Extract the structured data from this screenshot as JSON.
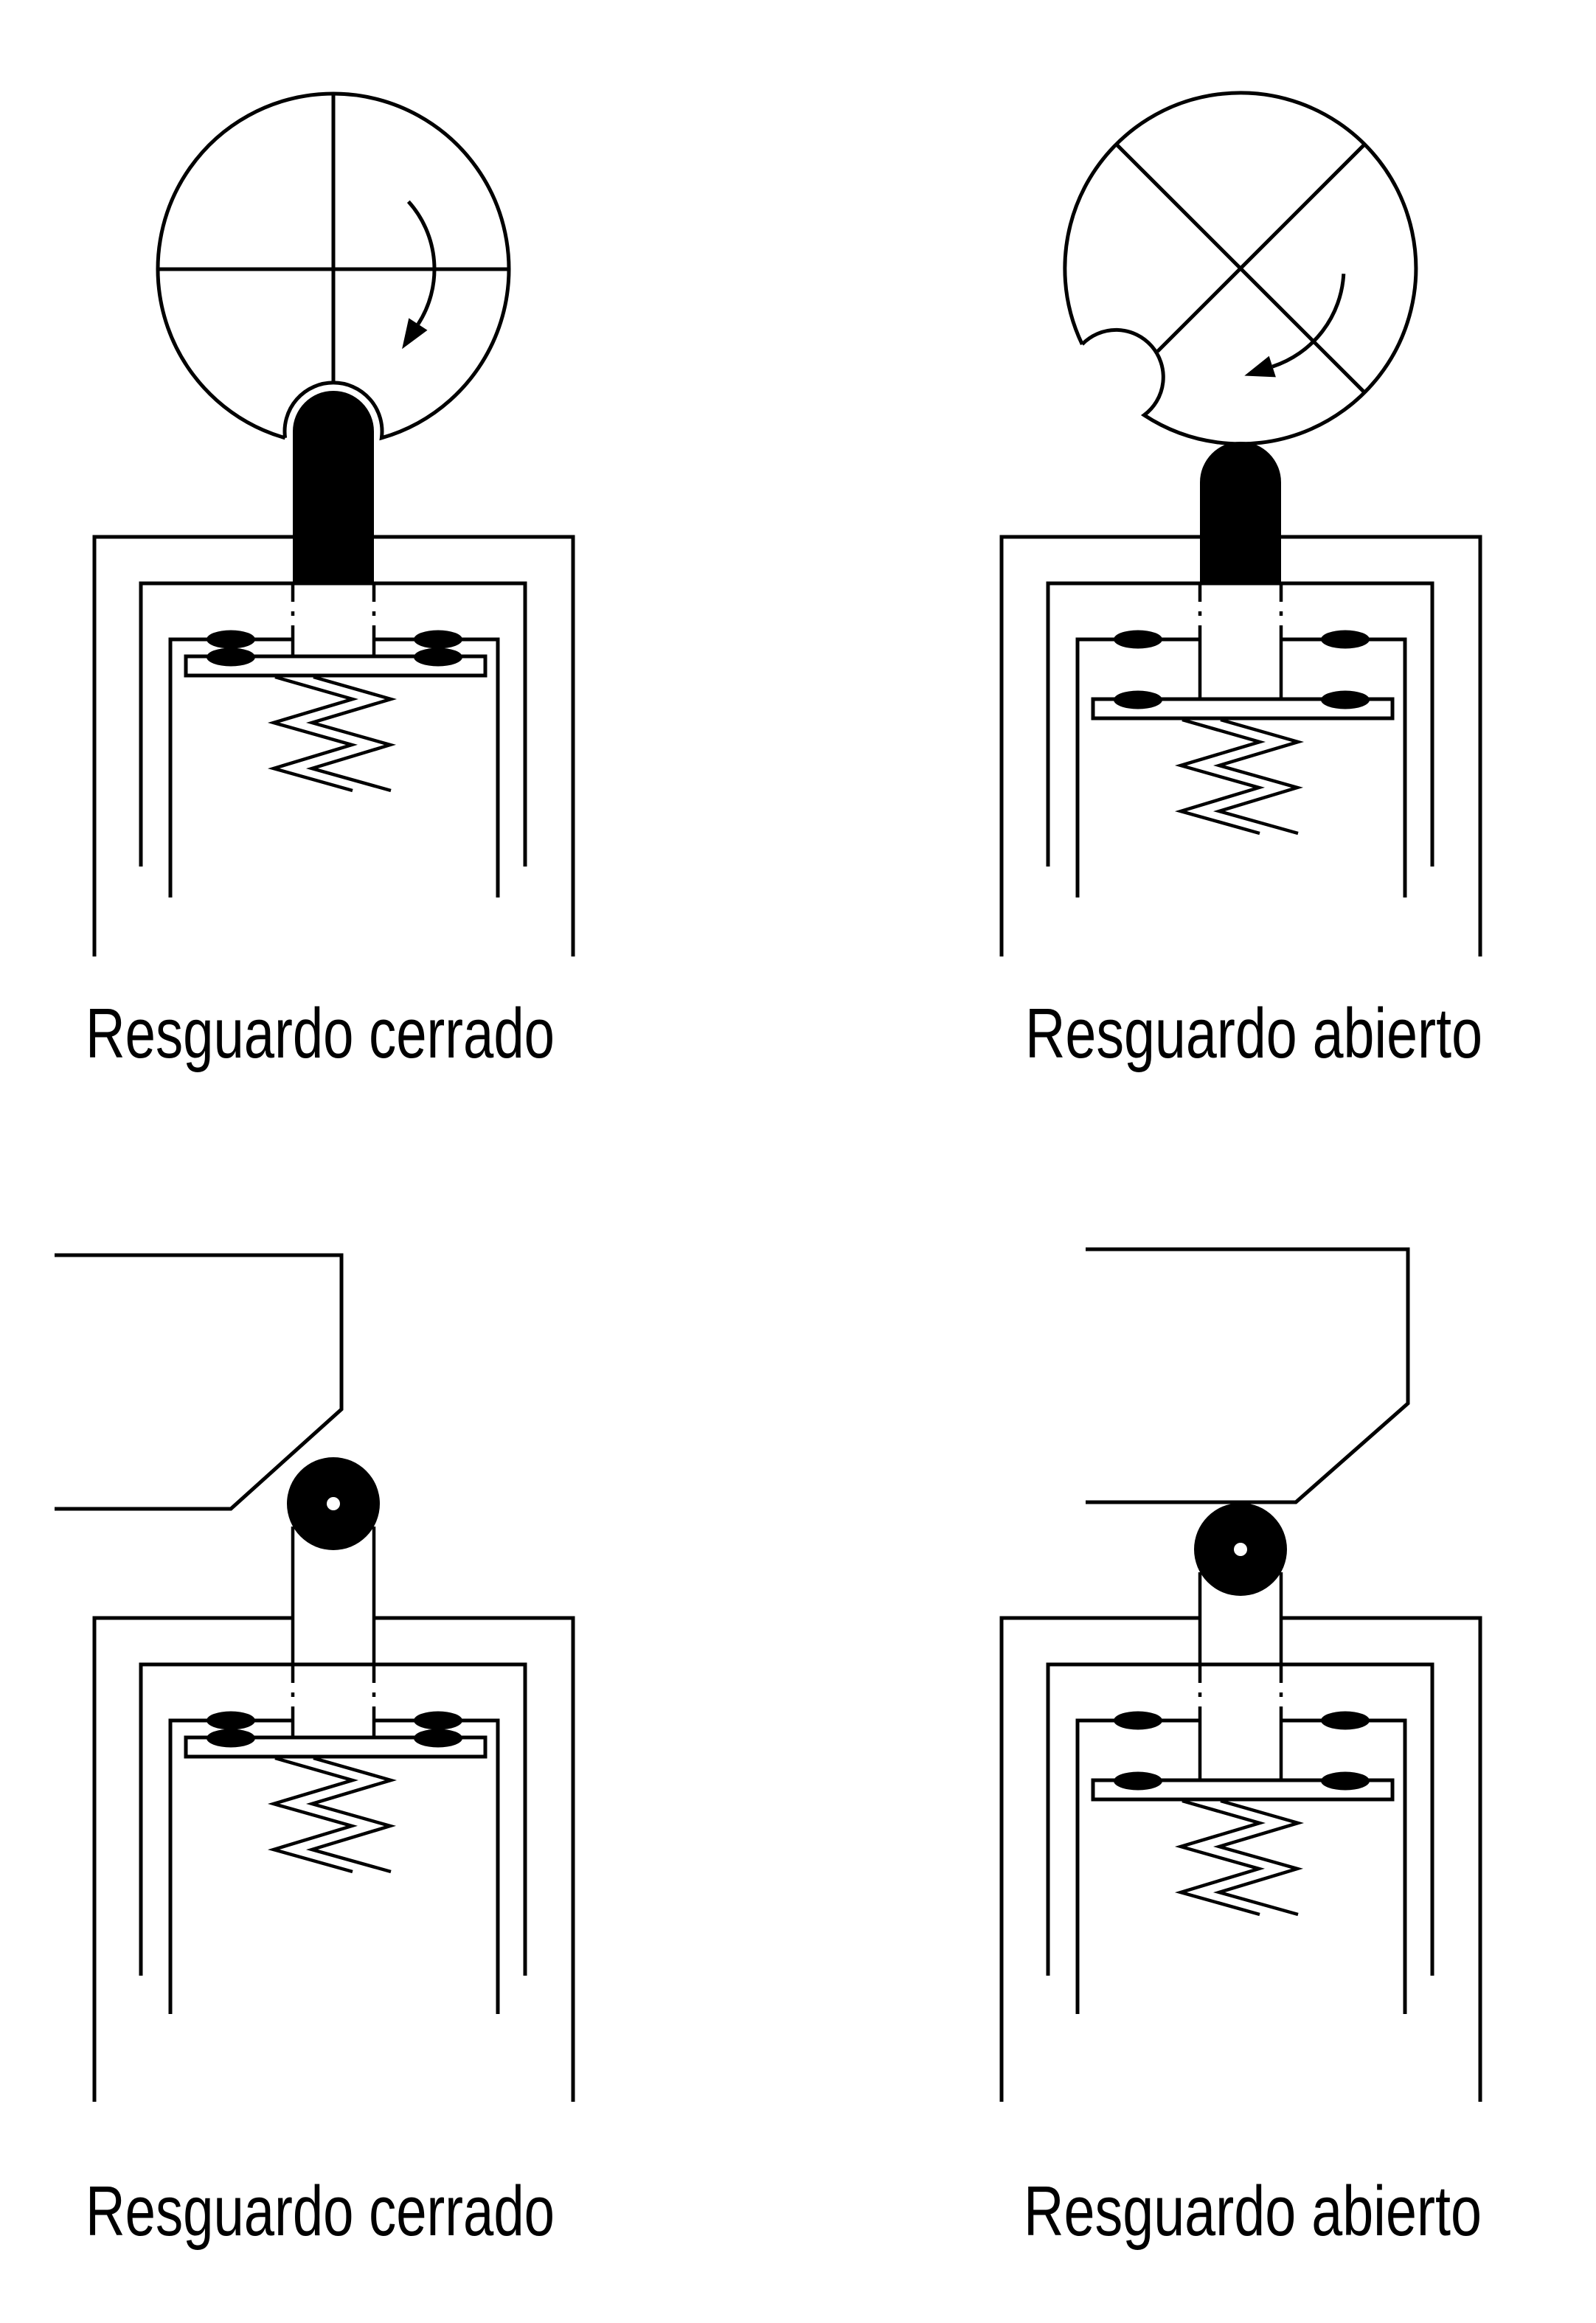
{
  "page": {
    "background_color": "#ffffff",
    "line_color": "#000000",
    "description": "Safety interlock switch diagram, four panels"
  },
  "panels": [
    {
      "id": "top-left",
      "label": "Resguardo cerrado",
      "mechanism": "rotary-cam-interlock",
      "guard_state": "closed",
      "contacts": "closed",
      "rotation_arrow": "clockwise"
    },
    {
      "id": "top-right",
      "label": "Resguardo abierto",
      "mechanism": "rotary-cam-interlock",
      "guard_state": "open",
      "contacts": "open",
      "rotation_arrow": "clockwise"
    },
    {
      "id": "bottom-left",
      "label": "Resguardo cerrado",
      "mechanism": "roller-plunger-interlock",
      "guard_state": "closed",
      "contacts": "closed"
    },
    {
      "id": "bottom-right",
      "label": "Resguardo abierto",
      "mechanism": "roller-plunger-interlock",
      "guard_state": "open",
      "contacts": "open"
    }
  ]
}
